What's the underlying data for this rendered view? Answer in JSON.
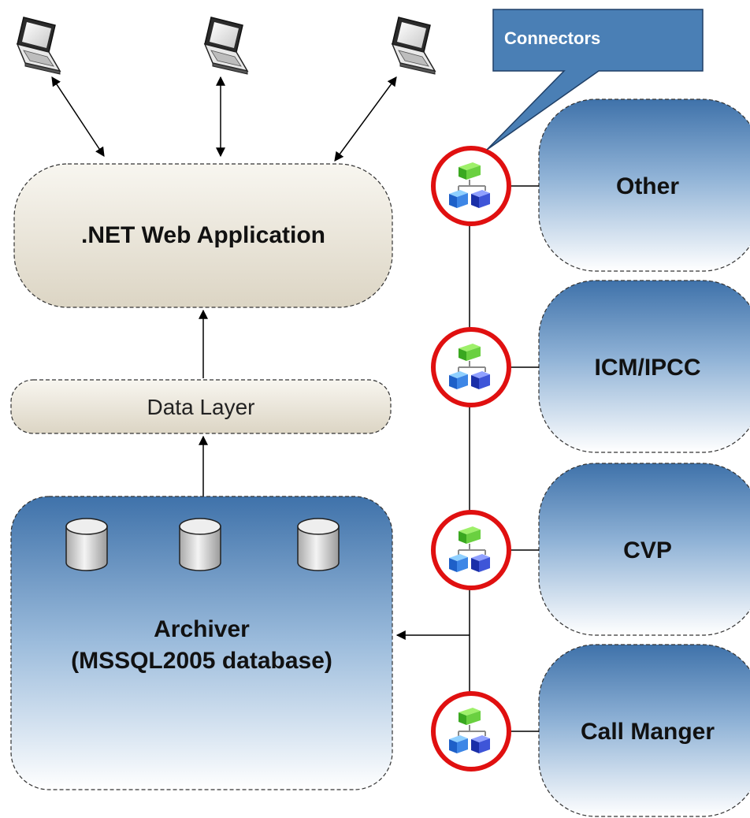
{
  "callout": {
    "label": "Connectors"
  },
  "web_app": {
    "label": ".NET Web Application"
  },
  "data_layer": {
    "label": "Data Layer"
  },
  "archiver": {
    "line1": "Archiver",
    "line2": "(MSSQL2005 database)"
  },
  "sources": [
    {
      "label": "Other"
    },
    {
      "label": "ICM/IPCC"
    },
    {
      "label": "CVP"
    },
    {
      "label": "Call Manger"
    }
  ],
  "colors": {
    "blue_dark": "#3c6ea6",
    "blue_light": "#ffffff",
    "beige": "#e6e0d2",
    "callout": "#4a7fb5",
    "ring": "#e01010"
  }
}
